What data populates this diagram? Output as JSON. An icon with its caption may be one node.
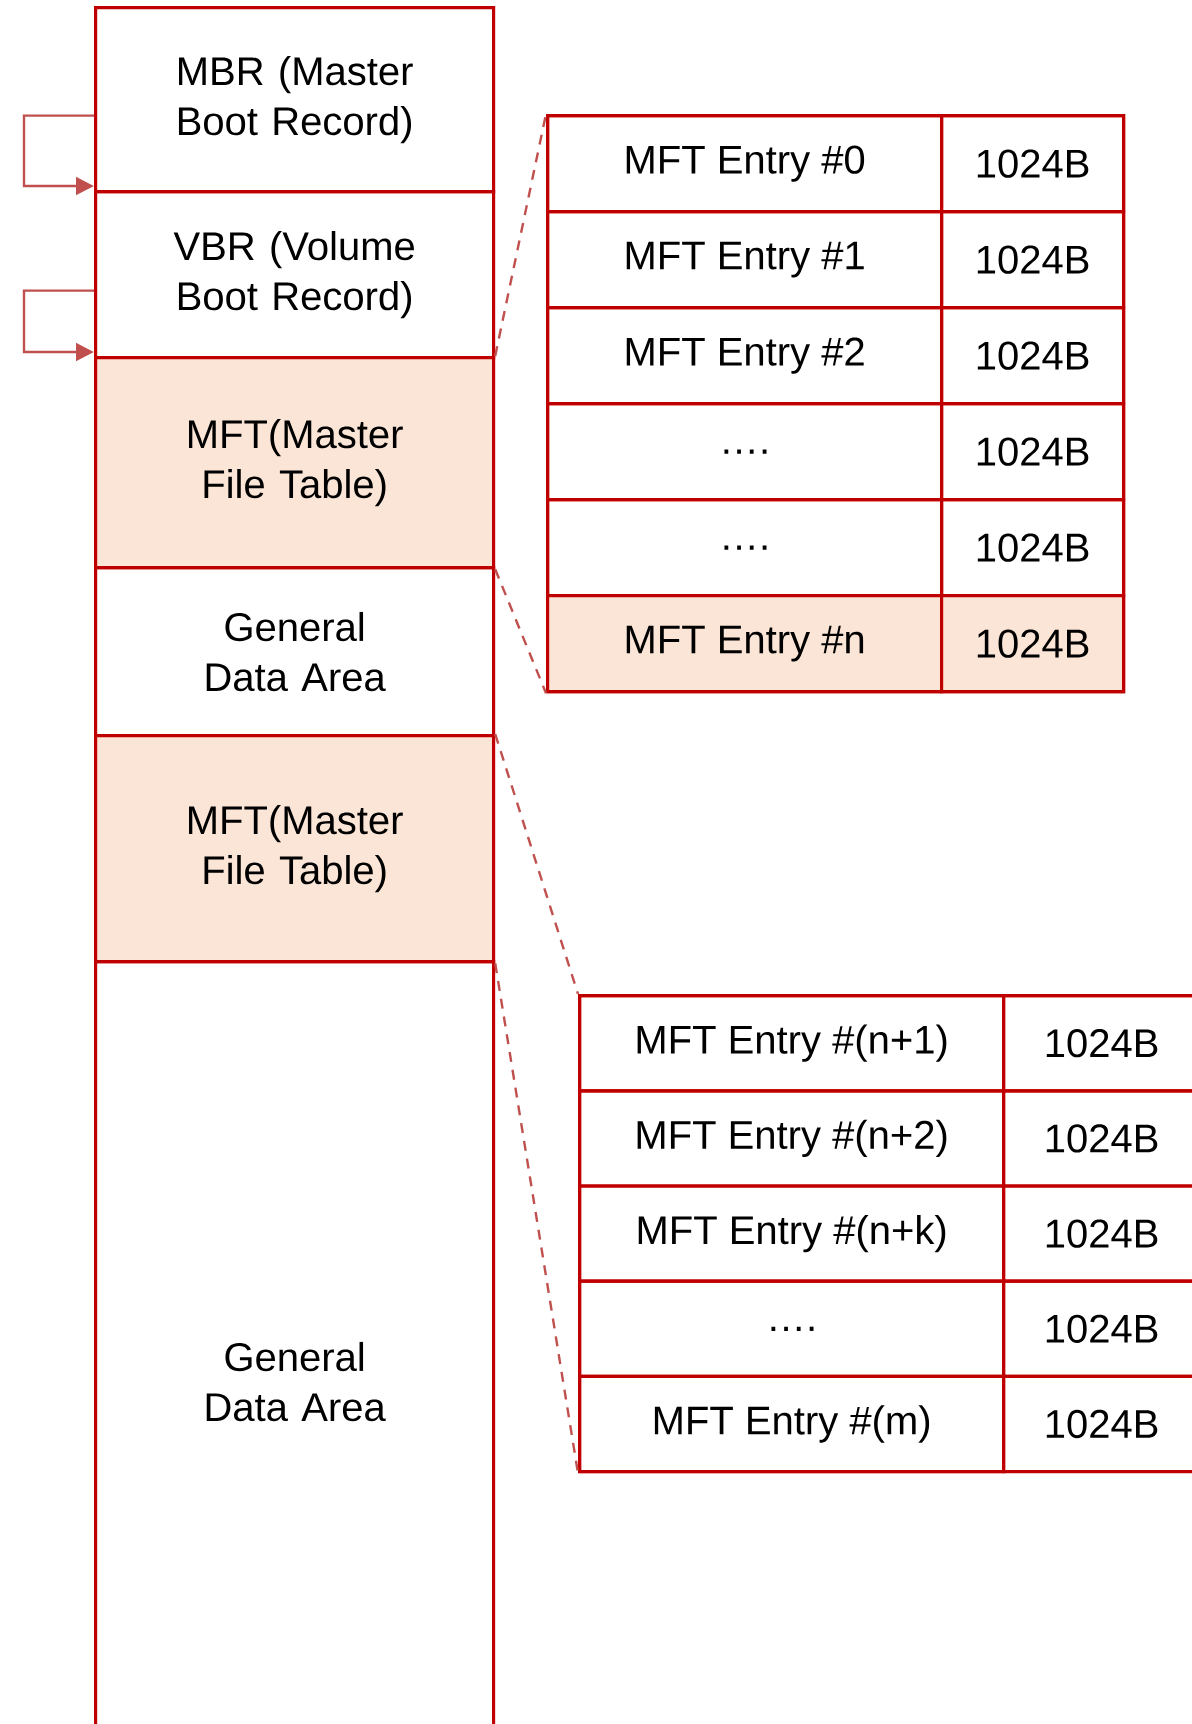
{
  "diagram": {
    "nodes": [
      {
        "text": [
          "MBR (Master Boot Record)"
        ]
      },
      {
        "text": [
          "VBR (Volume Boot Record)"
        ]
      },
      {
        "text": [
          "MFT(Master File Table)"
        ]
      },
      {
        "text": [
          "General Data Area"
        ]
      },
      {
        "text": [
          "MFT(Master File Table)"
        ]
      },
      {
        "text": [
          "General Data Area"
        ]
      },
      {
        "text": [],
        "shape": "box"
      },
      {
        "text": [
          "MFT Entry #0"
        ],
        "in": 6
      },
      {
        "text": [
          "1024B"
        ],
        "in": 6
      },
      {
        "text": [
          "MFT Entry #1"
        ],
        "in": 6
      },
      {
        "text": [
          "1024B"
        ],
        "in": 6
      },
      {
        "text": [
          "MFT Entry #2"
        ],
        "in": 6
      },
      {
        "text": [
          "1024B"
        ],
        "in": 6
      },
      {
        "text": [
          "…."
        ],
        "in": 6
      },
      {
        "text": [
          "1024B"
        ],
        "in": 6
      },
      {
        "text": [
          "…."
        ],
        "in": 6
      },
      {
        "text": [
          "1024B"
        ],
        "in": 6
      },
      {
        "text": [
          "MFT Entry #n"
        ],
        "in": 6
      },
      {
        "text": [
          "1024B"
        ],
        "in": 6
      },
      {
        "text": [],
        "shape": "box"
      },
      {
        "text": [
          "MFT Entry #(n+1)"
        ],
        "in": 19
      },
      {
        "text": [
          "1024B"
        ],
        "in": 19
      },
      {
        "text": [
          "MFT Entry #(n+2)"
        ],
        "in": 19
      },
      {
        "text": [
          "1024B"
        ],
        "in": 19
      },
      {
        "text": [
          "MFT Entry #(n+k)"
        ],
        "in": 19
      },
      {
        "text": [
          "1024B"
        ],
        "in": 19
      },
      {
        "text": [
          "…."
        ],
        "in": 19
      },
      {
        "text": [
          "1024B"
        ],
        "in": 19
      },
      {
        "text": [
          "MFT Entry #(m)"
        ],
        "in": 19
      },
      {
        "text": [
          "1024B"
        ],
        "in": 19
      }
    ],
    "edges": [
      {
        "from": 0,
        "to": 1,
        "arrow": "to"
      },
      {
        "from": 1,
        "to": 2,
        "arrow": "to"
      },
      {
        "from": 2,
        "to": 6,
        "arrow": "none",
        "style": "dashed"
      },
      {
        "from": 2,
        "to": 6,
        "arrow": "none",
        "style": "dashed"
      },
      {
        "from": 4,
        "to": 19,
        "arrow": "none",
        "style": "dashed"
      },
      {
        "from": 4,
        "to": 19,
        "arrow": "none",
        "style": "dashed"
      }
    ]
  }
}
